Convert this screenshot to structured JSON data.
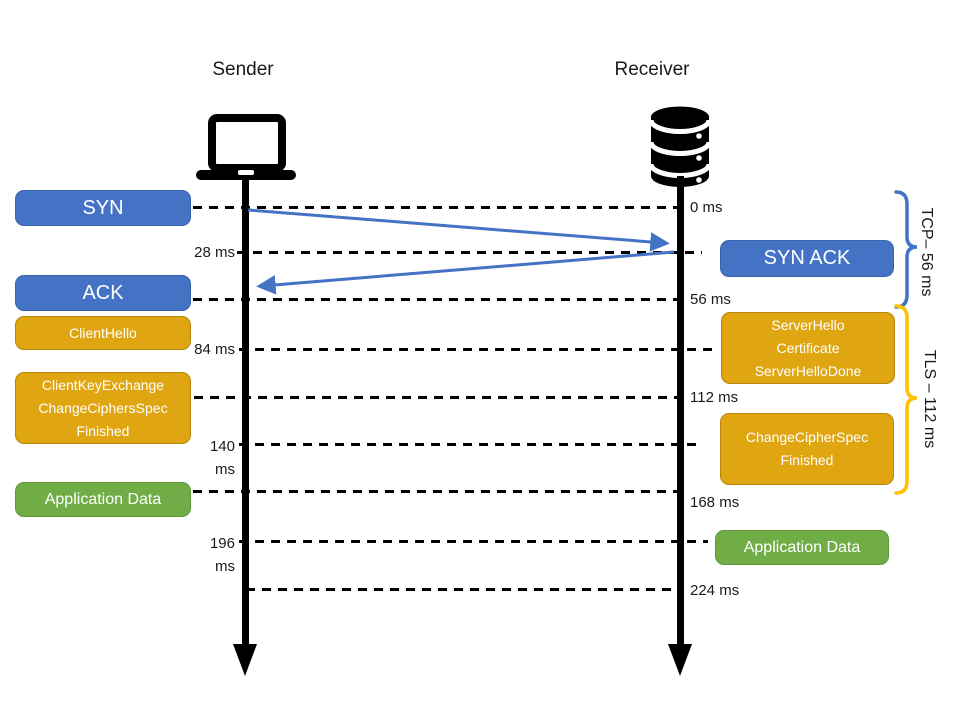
{
  "colors": {
    "accent_blue": "#4472C4",
    "accent_gold": "#E0A612",
    "accent_gold_bright": "#FFC000",
    "accent_green": "#70AD47"
  },
  "actors": {
    "sender": {
      "label": "Sender"
    },
    "receiver": {
      "label": "Receiver"
    }
  },
  "sender_lane": {
    "boxes": {
      "syn": "SYN",
      "ack": "ACK",
      "client_hello": "ClientHello",
      "client_key_exchange": [
        "ClientKeyExchange",
        "ChangeCiphersSpec",
        "Finished"
      ],
      "application_data": "Application Data"
    },
    "time_labels": {
      "t28": "28 ms",
      "t84": "84 ms",
      "t140": [
        "140",
        "ms"
      ],
      "t196": [
        "196",
        "ms"
      ]
    }
  },
  "receiver_lane": {
    "boxes": {
      "syn_ack": "SYN ACK",
      "server_hello": [
        "ServerHello",
        "Certificate",
        "ServerHelloDone"
      ],
      "change_cipher_spec": [
        "ChangeCipherSpec",
        "Finished"
      ],
      "application_data": "Application Data"
    },
    "time_labels": {
      "t0": "0 ms",
      "t56": "56 ms",
      "t112": "112 ms",
      "t168": "168 ms",
      "t224": "224 ms"
    }
  },
  "phase_braces": {
    "tcp_label": "TCP– 56 ms",
    "tls_label": "TLS – 112 ms"
  }
}
